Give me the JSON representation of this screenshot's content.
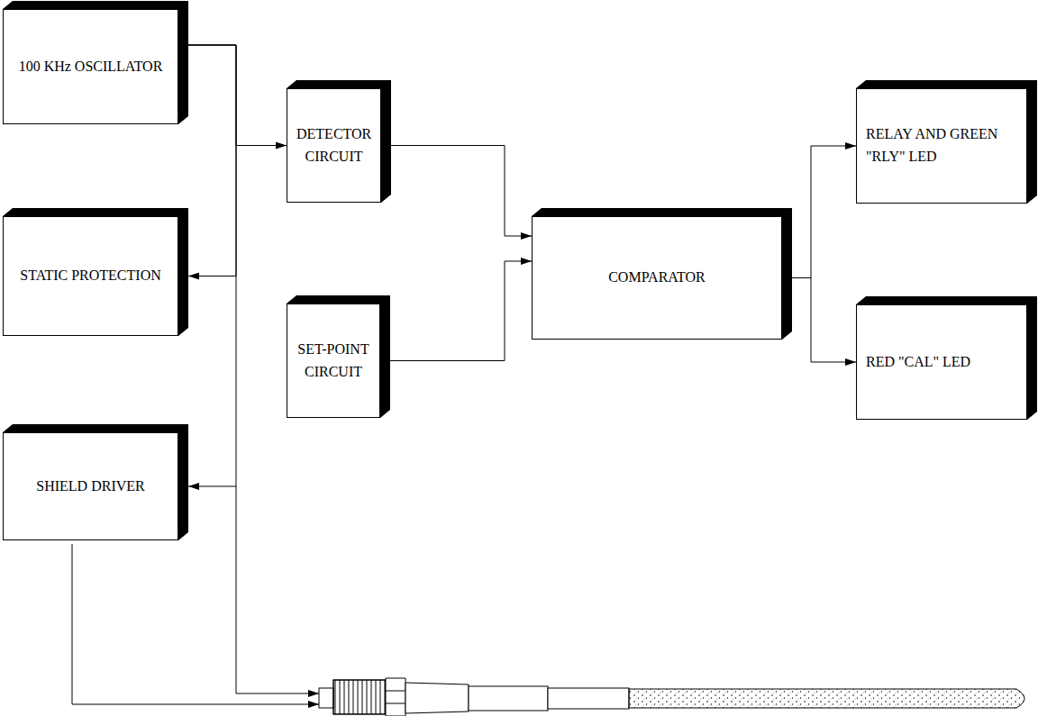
{
  "diagram": {
    "nodes": [
      {
        "text": [
          "100 KHz OSCILLATOR"
        ]
      },
      {
        "text": [
          "STATIC PROTECTION"
        ]
      },
      {
        "text": [
          "SHIELD DRIVER"
        ]
      },
      {
        "text": [
          "DETECTOR CIRCUIT"
        ]
      },
      {
        "text": [
          "SET-POINT CIRCUIT"
        ]
      },
      {
        "text": [
          "COMPARATOR"
        ]
      },
      {
        "text": [
          "RELAY AND GREEN \"RLY\" LED"
        ]
      },
      {
        "text": [
          "RED \"CAL\" LED"
        ]
      }
    ],
    "edges": [
      {
        "from": 0,
        "to": 3,
        "arrow": "to"
      },
      {
        "from": 0,
        "to": 1,
        "arrow": "to"
      },
      {
        "from": 0,
        "to": 2,
        "arrow": "to"
      },
      {
        "from": 3,
        "to": 5,
        "arrow": "to"
      },
      {
        "from": 4,
        "to": 5,
        "arrow": "to"
      },
      {
        "from": 5,
        "to": 6,
        "arrow": "to"
      },
      {
        "from": 5,
        "to": 7,
        "arrow": "to"
      }
    ]
  }
}
